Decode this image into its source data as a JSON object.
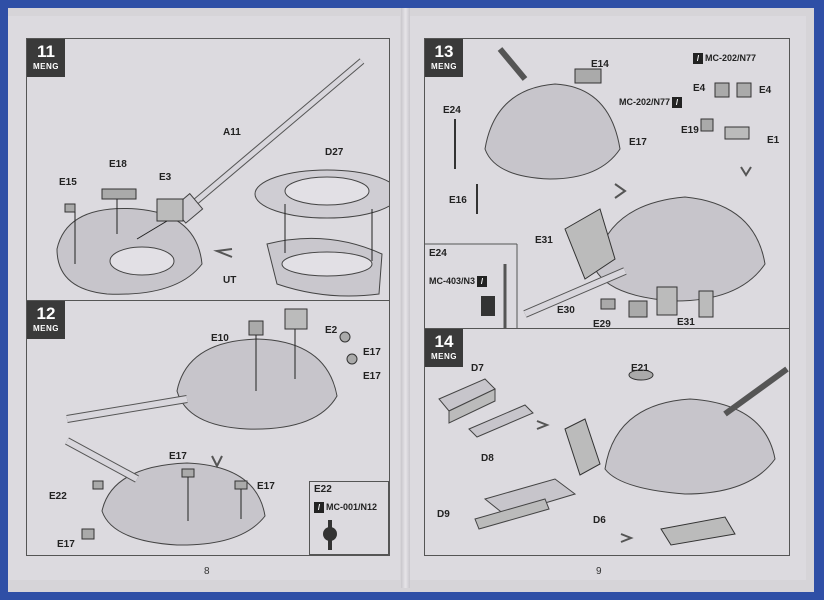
{
  "brand": "MENG",
  "pages": {
    "left_number": "8",
    "right_number": "9"
  },
  "steps": [
    {
      "number": "11",
      "labels": {
        "a11": "A11",
        "d27": "D27",
        "e15": "E15",
        "e18": "E18",
        "e3": "E3",
        "ut": "UT"
      }
    },
    {
      "number": "12",
      "labels": {
        "e10": "E10",
        "e2": "E2",
        "e17a": "E17",
        "e17b": "E17",
        "e17c": "E17",
        "e17d": "E17",
        "e22": "E22",
        "e17e": "E17"
      },
      "inset": {
        "title": "E22",
        "paint": "MC-001/N12"
      }
    },
    {
      "number": "13",
      "labels": {
        "e14": "E14",
        "e24": "E24",
        "e17": "E17",
        "e16": "E16",
        "e4a": "E4",
        "e4b": "E4",
        "e19": "E19",
        "e1": "E1",
        "e31a": "E31",
        "e31b": "E31",
        "e30": "E30",
        "e29": "E29"
      },
      "paint_top": "MC-202/N77",
      "paint_mid": "MC-202/N77",
      "inset": {
        "title": "E24",
        "paint": "MC-403/N3"
      }
    },
    {
      "number": "14",
      "labels": {
        "d7": "D7",
        "d8": "D8",
        "e21": "E21",
        "d9": "D9",
        "d6": "D6"
      }
    }
  ]
}
